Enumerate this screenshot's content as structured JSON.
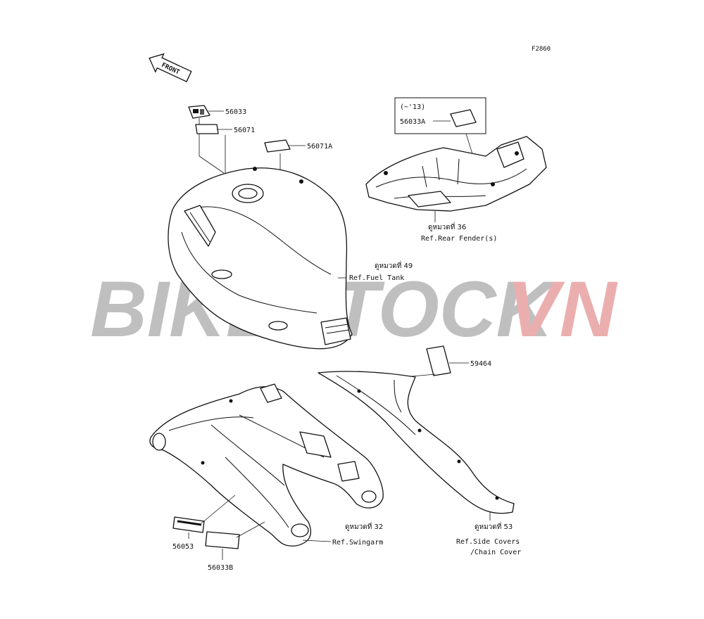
{
  "figure_code": "F2860",
  "front_arrow_label": "FRONT",
  "watermark": {
    "part1": "BIKESTOCK",
    "part2": "VN",
    "color1": "#b5b5b5",
    "color2": "#e8a0a0"
  },
  "fuel_tank": {
    "parts": [
      "56033",
      "56071",
      "56071A"
    ],
    "ref_thai": "ดูหมวดที่ 49",
    "ref": "Ref.Fuel Tank"
  },
  "rear_fender": {
    "note": "(~'13)",
    "part": "56033A",
    "ref_thai": "ดูหมวดที่ 36",
    "ref": "Ref.Rear Fender(s)"
  },
  "side_cover": {
    "part": "59464",
    "ref_thai": "ดูหมวดที่ 53",
    "ref_line1": "Ref.Side Covers",
    "ref_line2": "/Chain Cover"
  },
  "swingarm": {
    "parts": [
      "56053",
      "56033B"
    ],
    "ref_thai": "ดูหมวดที่ 32",
    "ref": "Ref.Swingarm"
  }
}
